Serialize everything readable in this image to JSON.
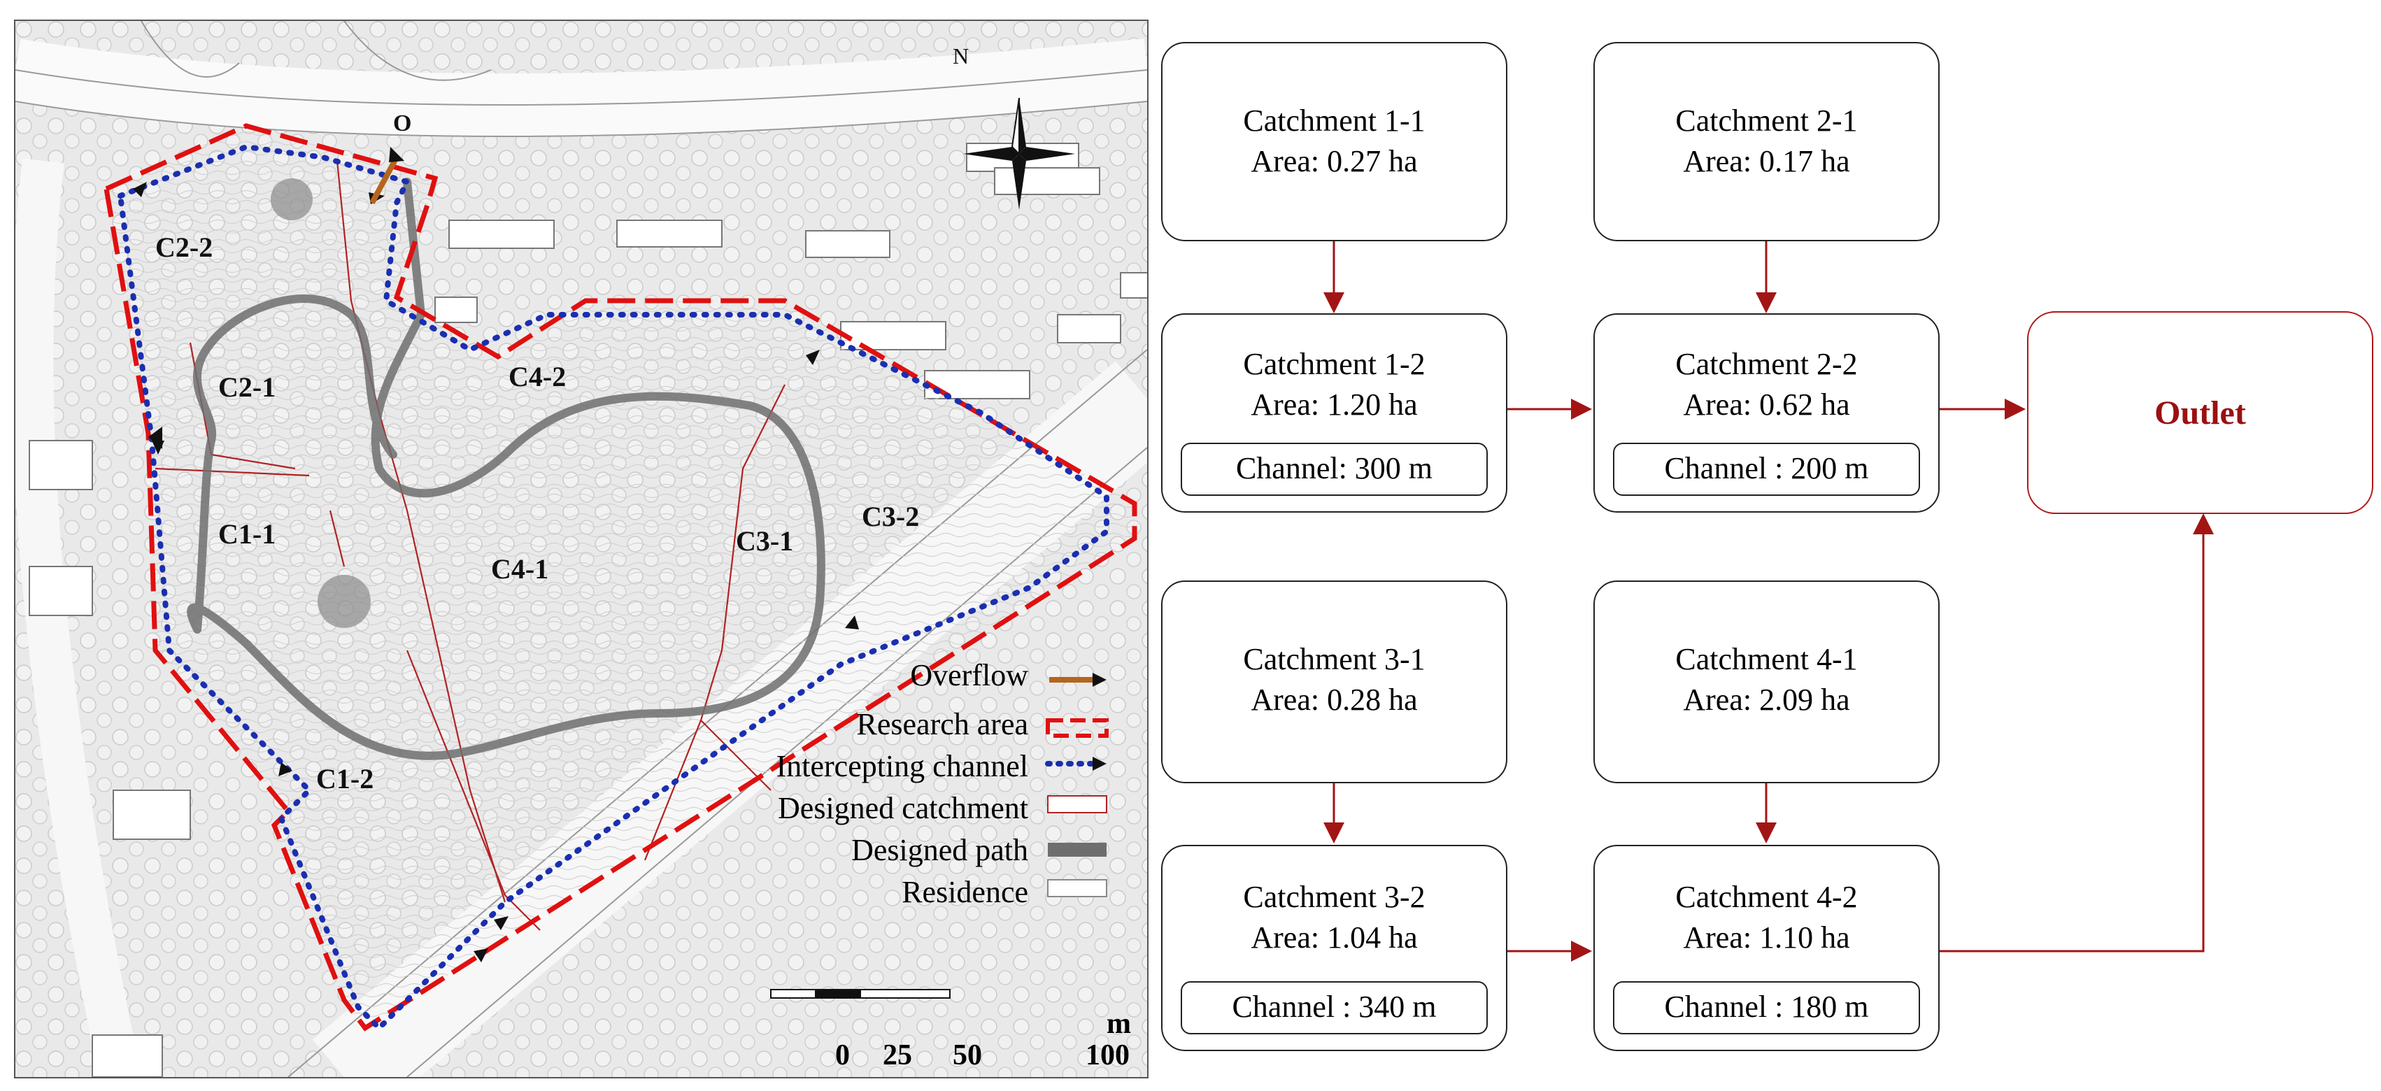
{
  "map": {
    "north_label": "N",
    "overflow_label": "O",
    "catchment_labels": {
      "c2_2": "C2-2",
      "c2_1": "C2-1",
      "c1_1": "C1-1",
      "c1_2": "C1-2",
      "c4_2": "C4-2",
      "c4_1": "C4-1",
      "c3_1": "C3-1",
      "c3_2": "C3-2"
    },
    "legend": {
      "overflow": "Overflow",
      "research_area": "Research area",
      "intercepting_channel": "Intercepting channel",
      "designed_catchment": "Designed catchment",
      "designed_path": "Designed path",
      "residence": "Residence"
    },
    "scale": {
      "unit": "m",
      "ticks": [
        "0",
        "25",
        "50",
        "100"
      ]
    },
    "colors": {
      "research_area": "#e01010",
      "channel": "#1a2fb0",
      "overflow": "#b5651d",
      "path": "#6e6e6e",
      "catchment": "#b22222"
    }
  },
  "flow": {
    "c1_1": {
      "title": "Catchment 1-1",
      "area": "Area: 0.27 ha"
    },
    "c2_1": {
      "title": "Catchment 2-1",
      "area": "Area:  0.17 ha"
    },
    "c1_2": {
      "title": "Catchment 1-2",
      "area": "Area: 1.20 ha",
      "channel": "Channel: 300 m"
    },
    "c2_2": {
      "title": "Catchment 2-2",
      "area": "Area: 0.62 ha",
      "channel": "Channel : 200 m"
    },
    "c3_1": {
      "title": "Catchment 3-1",
      "area": "Area: 0.28 ha"
    },
    "c4_1": {
      "title": "Catchment 4-1",
      "area": "Area: 2.09 ha"
    },
    "c3_2": {
      "title": "Catchment 3-2",
      "area": "Area: 1.04 ha",
      "channel": "Channel : 340 m"
    },
    "c4_2": {
      "title": "Catchment 4-2",
      "area": "Area: 1.10 ha",
      "channel": "Channel : 180 m"
    },
    "outlet": "Outlet",
    "arrow_color": "#a31515"
  }
}
